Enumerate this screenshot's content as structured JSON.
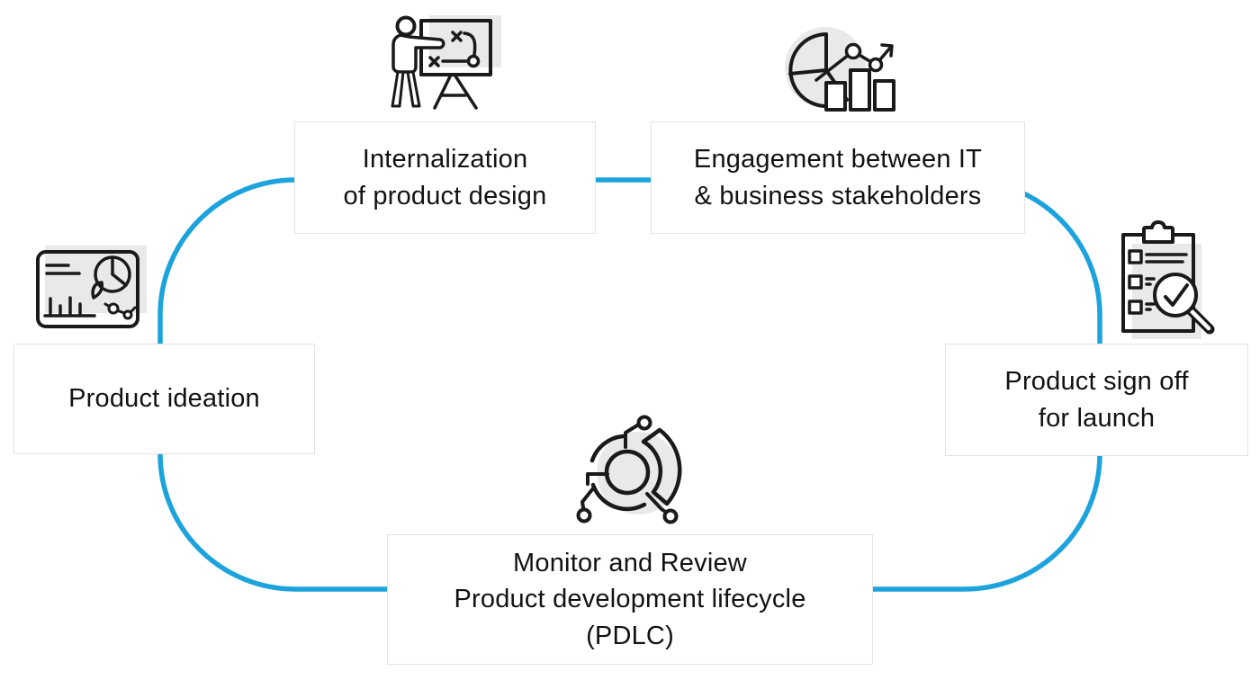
{
  "diagram_name": "Product Development Lifecycle (PDLC) loop",
  "colors": {
    "loop_blue": "#1ca3dc",
    "icon_stroke": "#1a1a1a",
    "icon_shadow": "#e9e9e9",
    "box_border": "#e3e3e3",
    "text": "#121212",
    "background": "#ffffff"
  },
  "stages": [
    {
      "id": "product-ideation",
      "icon": "dashboard-analytics-icon",
      "lines": [
        "Product ideation"
      ]
    },
    {
      "id": "internalization-of-product-design",
      "icon": "presenter-strategy-board-icon",
      "lines": [
        "Internalization",
        "of product design"
      ]
    },
    {
      "id": "engagement-it-business",
      "icon": "charts-growth-icon",
      "lines": [
        "Engagement between IT",
        "& business stakeholders"
      ]
    },
    {
      "id": "product-sign-off-for-launch",
      "icon": "checklist-magnifier-icon",
      "lines": [
        "Product sign off",
        "for launch"
      ]
    },
    {
      "id": "monitor-review-pdlc",
      "icon": "lifecycle-segments-icon",
      "lines": [
        "Monitor and Review",
        "Product development lifecycle",
        "(PDLC)"
      ]
    }
  ]
}
